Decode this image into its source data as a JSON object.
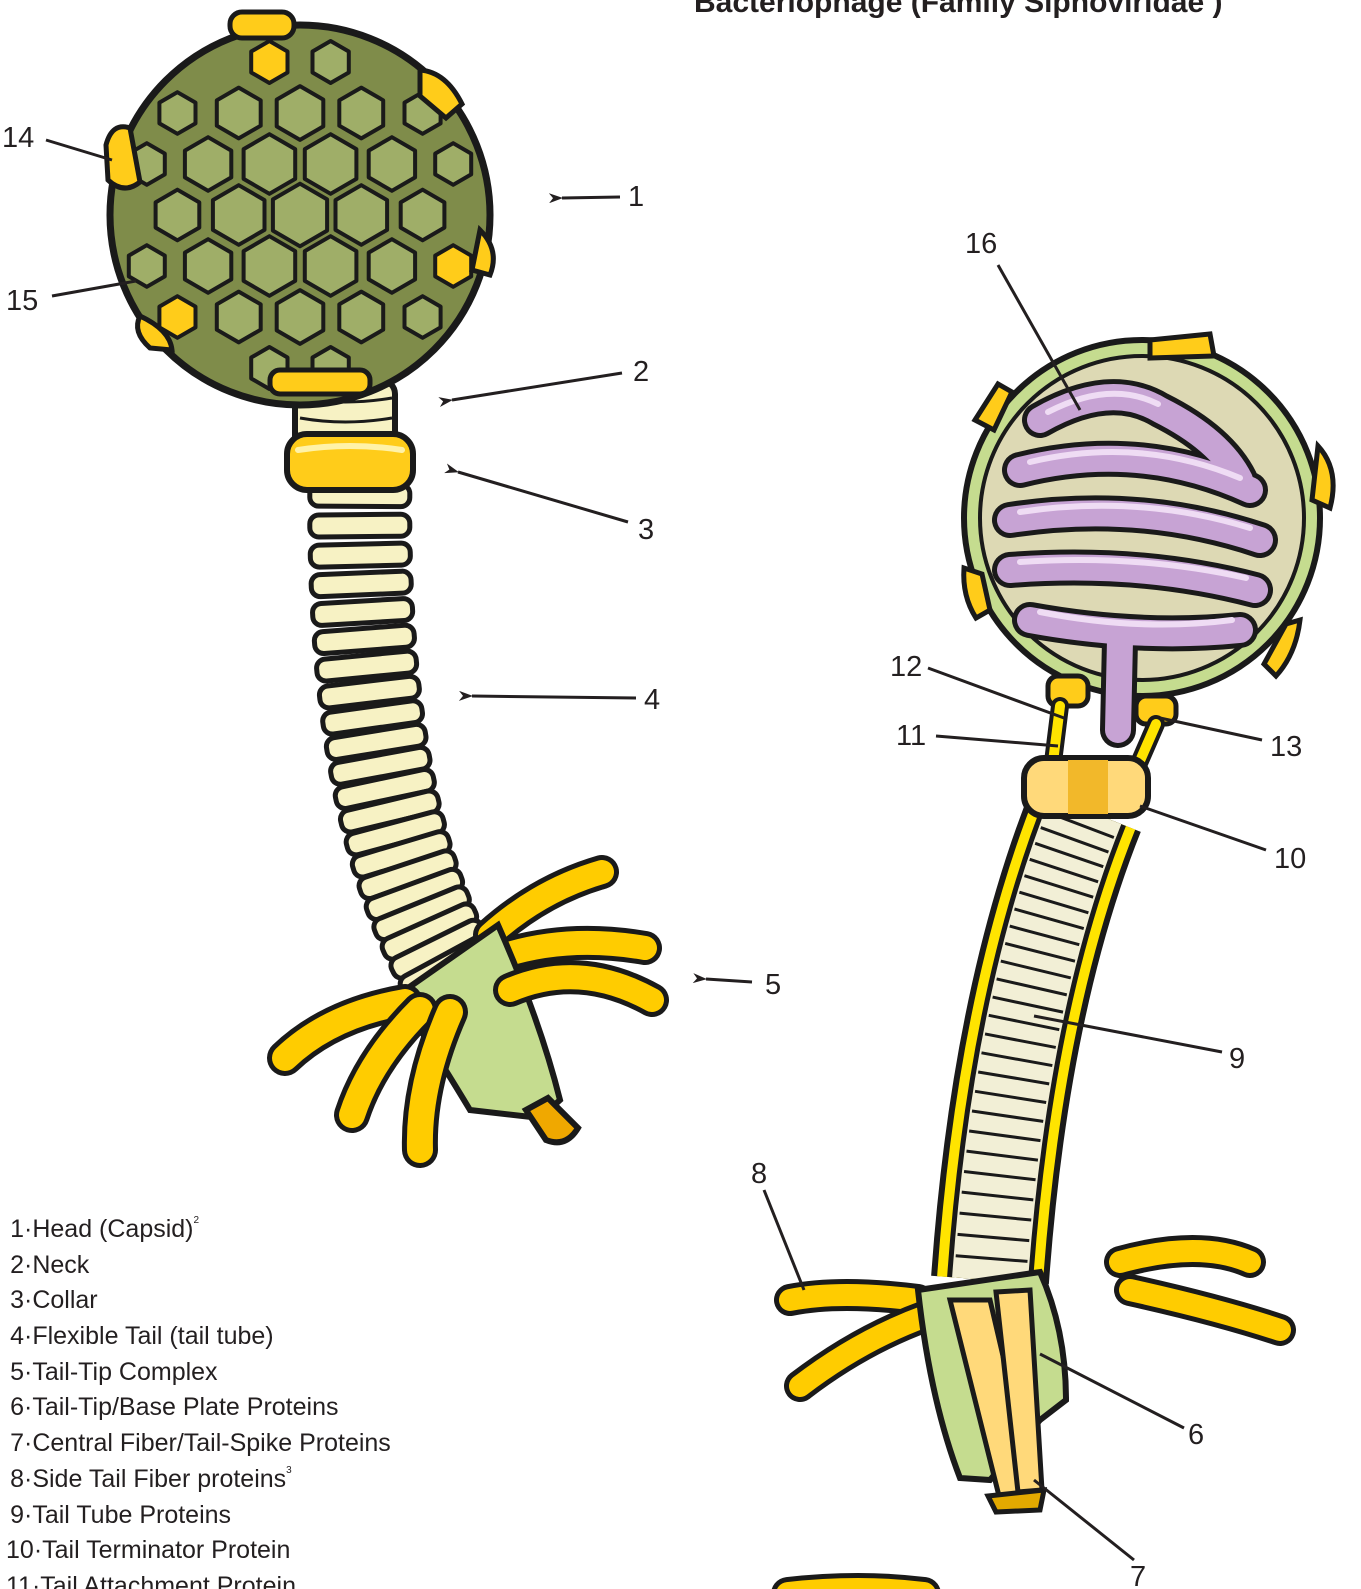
{
  "title": "Bacteriophage (Family Siphoviridae )",
  "callouts": [
    "1",
    "2",
    "3",
    "4",
    "5",
    "6",
    "7",
    "8",
    "9",
    "10",
    "11",
    "12",
    "13",
    "14",
    "15",
    "16"
  ],
  "legend": [
    {
      "num": "1",
      "sep": "·",
      "label": "Head (Capsid)",
      "sup": "2"
    },
    {
      "num": "2",
      "sep": "·",
      "label": "Neck",
      "sup": ""
    },
    {
      "num": "3",
      "sep": "·",
      "label": "Collar",
      "sup": ""
    },
    {
      "num": "4",
      "sep": "·",
      "label": "Flexible Tail (tail tube)",
      "sup": ""
    },
    {
      "num": "5",
      "sep": "·",
      "label": "Tail-Tip Complex",
      "sup": ""
    },
    {
      "num": "6",
      "sep": "·",
      "label": "Tail-Tip/Base Plate Proteins",
      "sup": ""
    },
    {
      "num": "7",
      "sep": "·",
      "label": "Central Fiber/Tail-Spike Proteins",
      "sup": ""
    },
    {
      "num": "8",
      "sep": "·",
      "label": "Side Tail Fiber proteins",
      "sup": "3"
    },
    {
      "num": "9",
      "sep": "·",
      "label": "Tail Tube Proteins",
      "sup": ""
    },
    {
      "num": "10",
      "sep": "·",
      "label": "Tail Terminator Protein",
      "sup": ""
    },
    {
      "num": "11",
      "sep": "·",
      "label": "Tail Attachment Protein",
      "sup": ""
    }
  ],
  "colors": {
    "capsid": "#8e9b58",
    "capsid_plate": "#9fae68",
    "vertex": "#ffcc1a",
    "tail": "#f7f2c4",
    "fiber": "#ffcc00",
    "baseplate": "#c5dc8f",
    "dna": "#c7a3d4",
    "outline": "#1a1a1a"
  }
}
